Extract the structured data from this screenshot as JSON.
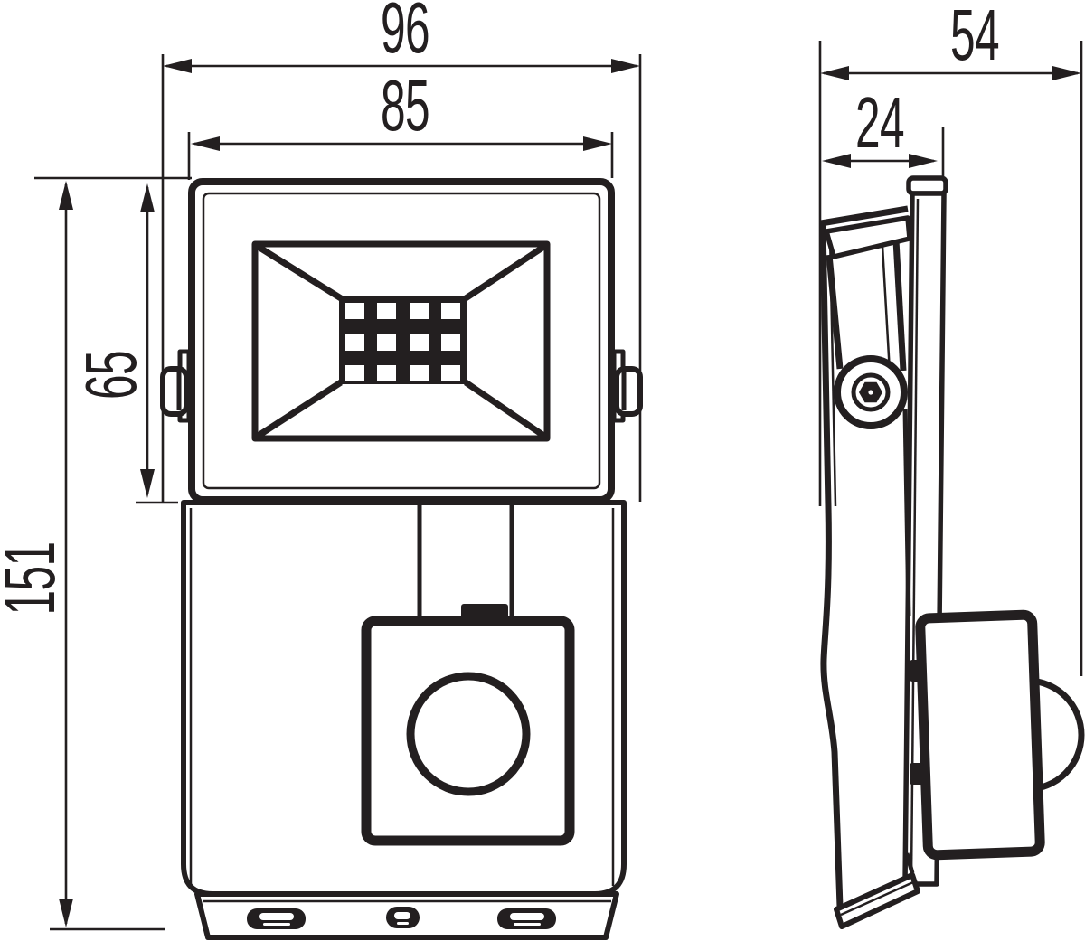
{
  "drawing": {
    "product": "LED floodlight with PIR motion sensor - dimensional technical drawing",
    "units": "mm",
    "views": [
      {
        "id": "front",
        "description": "front view with LED panel, mounting bracket knobs and round PIR sensor"
      },
      {
        "id": "side",
        "description": "side profile view with bracket hinge screw and sensor dome"
      }
    ],
    "dimensions": {
      "front_overall_width": "96",
      "front_head_width": "85",
      "front_head_height": "65",
      "front_overall_height": "151",
      "side_overall_depth": "54",
      "side_head_depth": "24"
    },
    "led_grid": {
      "rows": 3,
      "columns": 4
    },
    "line_color": "#231f20",
    "background_color": "#ffffff"
  }
}
